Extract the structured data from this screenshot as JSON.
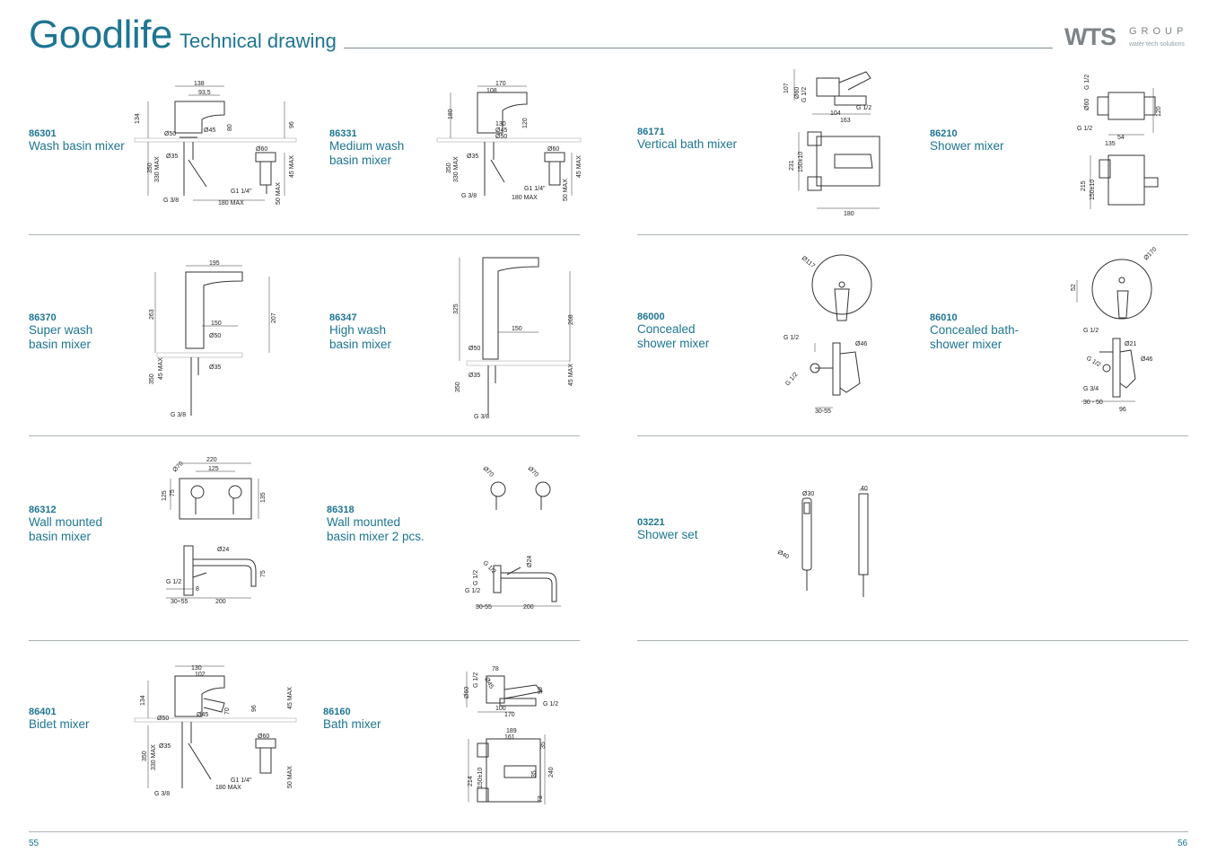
{
  "header": {
    "brand": "Goodlife",
    "subtitle": "Technical drawing",
    "logo_main": "WTS",
    "logo_group": "GROUP",
    "logo_tagline": "water tech solutions"
  },
  "products": [
    {
      "code": "86301",
      "name": "Wash basin mixer"
    },
    {
      "code": "86331",
      "name": "Medium wash basin mixer"
    },
    {
      "code": "86171",
      "name": "Vertical bath mixer"
    },
    {
      "code": "86210",
      "name": "Shower mixer"
    },
    {
      "code": "86370",
      "name": "Super wash basin mixer"
    },
    {
      "code": "86347",
      "name": "High wash basin mixer"
    },
    {
      "code": "86000",
      "name": "Concealed shower mixer"
    },
    {
      "code": "86010",
      "name": "Concealed bath-shower mixer"
    },
    {
      "code": "86312",
      "name": "Wall mounted basin mixer"
    },
    {
      "code": "86318",
      "name": "Wall mounted basin mixer 2 pcs."
    },
    {
      "code": "03221",
      "name": "Shower set"
    },
    {
      "code": "86401",
      "name": "Bidet mixer"
    },
    {
      "code": "86160",
      "name": "Bath mixer"
    }
  ],
  "dims": {
    "d86301": [
      "138",
      "93,5",
      "Ø45",
      "Ø50",
      "Ø35",
      "Ø60",
      "134",
      "96",
      "80",
      "350",
      "330 MAX",
      "45 MAX",
      "G1 1/4\"",
      "G 3/8",
      "180 MAX",
      "50 MAX"
    ],
    "d86331": [
      "170",
      "108",
      "130",
      "Ø45",
      "Ø50",
      "Ø35",
      "Ø60",
      "180",
      "120",
      "350",
      "330 MAX",
      "45 MAX",
      "G1 1/4\"",
      "G 3/8",
      "180 MAX",
      "50 MAX"
    ],
    "d86171": [
      "107",
      "Ø60",
      "G 1/2",
      "G 1/2",
      "104",
      "163",
      "231",
      "150±10",
      "180"
    ],
    "d86210": [
      "G 1/2",
      "Ø60",
      "G 1/2",
      "120",
      "54",
      "135",
      "215",
      "150±10"
    ],
    "d86370": [
      "195",
      "263",
      "150",
      "207",
      "Ø50",
      "Ø35",
      "350",
      "45 MAX",
      "G 3/8"
    ],
    "d86347": [
      "325",
      "150",
      "268",
      "Ø50",
      "Ø35",
      "350",
      "45 MAX",
      "G 3/8"
    ],
    "d86000": [
      "Ø117",
      "G 1/2",
      "Ø46",
      "G 1/2",
      "30-55"
    ],
    "d86010": [
      "Ø170",
      "52",
      "G 1/2",
      "Ø21",
      "G 1/2",
      "Ø46",
      "G 3/4",
      "30 - 50",
      "96"
    ],
    "d86312": [
      "220",
      "Ø70",
      "125",
      "125",
      "135",
      "75",
      "Ø24",
      "75",
      "G 1/2",
      "8",
      "30÷55",
      "200"
    ],
    "d86318": [
      "Ø70",
      "Ø70",
      "G 1/2",
      "G 1/2",
      "Ø24",
      "G 1/2",
      "30-55",
      "200"
    ],
    "d03221": [
      "Ø30",
      "40",
      "Ø40"
    ],
    "d86401": [
      "130",
      "102",
      "Ø45",
      "Ø50",
      "Ø35",
      "Ø60",
      "134",
      "96",
      "70",
      "45 MAX",
      "350",
      "330 MAX",
      "G1 1/4\"",
      "G 3/8",
      "180 MAX",
      "50 MAX"
    ],
    "d86160": [
      "78",
      "G 1/2",
      "Ø45",
      "Ø60",
      "90",
      "100",
      "170",
      "G 1/2",
      "189",
      "161",
      "35",
      "214",
      "150±10",
      "35",
      "240",
      "73"
    ]
  },
  "footer": {
    "page_left": "55",
    "page_right": "56"
  },
  "colors": {
    "accent": "#1d7592",
    "rule": "#a9b0b4",
    "logo_grey": "#7d8488"
  }
}
